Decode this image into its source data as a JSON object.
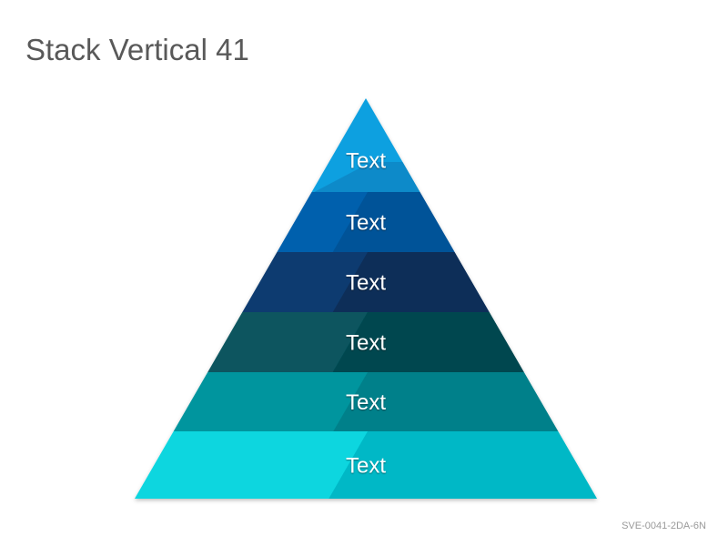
{
  "slide": {
    "title": "Stack Vertical 41",
    "code": "SVE-0041-2DA-6N"
  },
  "pyramid": {
    "layers": [
      {
        "label": "Text",
        "color": "#0aa0e0",
        "shade": "#0a86c4"
      },
      {
        "label": "Text",
        "color": "#0660ad",
        "shade": "#055094"
      },
      {
        "label": "Text",
        "color": "#0b3b70",
        "shade": "#082b55"
      },
      {
        "label": "Text",
        "color": "#07555e",
        "shade": "#05444d"
      },
      {
        "label": "Text",
        "color": "#05959e",
        "shade": "#047d86"
      },
      {
        "label": "Text",
        "color": "#08d6df",
        "shade": "#05b3c2"
      }
    ]
  }
}
